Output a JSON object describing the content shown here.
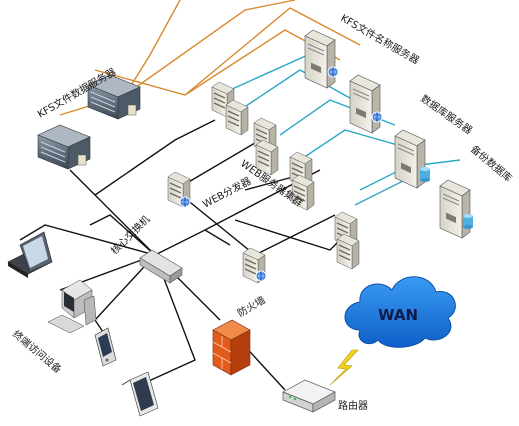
{
  "labels": {
    "kfs_data_server": "KFS文件数据服务器",
    "kfs_name_server": "KFS文件名称服务器",
    "db_server": "数据库服务器",
    "backup_db": "备份数据库",
    "web_cluster": "WEB服务器集群",
    "web_dispatcher": "WEB分发器",
    "core_switch": "核心交换机",
    "firewall": "防火墙",
    "router": "路由器",
    "wan": "WAN",
    "terminals": "终端访问设备"
  },
  "colors": {
    "orange_link": "#d9892e",
    "cyan_link": "#2aa8c8",
    "black_link": "#111111",
    "firewall": "#e25a1c",
    "wan_cloud": "#1673d6",
    "lightning": "#f2d21a"
  },
  "icons": [
    "storage-server-icon",
    "tower-server-icon",
    "rack-server-icon",
    "switch-icon",
    "firewall-icon",
    "router-icon",
    "cloud-icon",
    "lightning-icon",
    "laptop-icon",
    "desktop-icon",
    "pda-icon",
    "tablet-icon"
  ]
}
